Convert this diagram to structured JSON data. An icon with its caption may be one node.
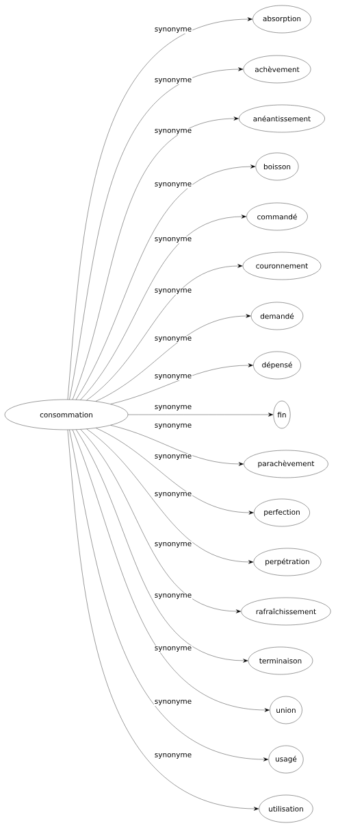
{
  "diagram": {
    "nodes": [
      {
        "text": [
          "consommation"
        ]
      },
      {
        "text": [
          "absorption"
        ]
      },
      {
        "text": [
          "achèvement"
        ]
      },
      {
        "text": [
          "anéantissement"
        ]
      },
      {
        "text": [
          "boisson"
        ]
      },
      {
        "text": [
          "commandé"
        ]
      },
      {
        "text": [
          "couronnement"
        ]
      },
      {
        "text": [
          "demandé"
        ]
      },
      {
        "text": [
          "dépensé"
        ]
      },
      {
        "text": [
          "fin"
        ]
      },
      {
        "text": [
          "parachèvement"
        ]
      },
      {
        "text": [
          "perfection"
        ]
      },
      {
        "text": [
          "perpétration"
        ]
      },
      {
        "text": [
          "rafraîchissement"
        ]
      },
      {
        "text": [
          "terminaison"
        ]
      },
      {
        "text": [
          "union"
        ]
      },
      {
        "text": [
          "usagé"
        ]
      },
      {
        "text": [
          "utilisation"
        ]
      }
    ],
    "edges": [
      {
        "from": 0,
        "to": 1,
        "arrow": "to",
        "label": "synonyme"
      },
      {
        "from": 0,
        "to": 2,
        "arrow": "to",
        "label": "synonyme"
      },
      {
        "from": 0,
        "to": 3,
        "arrow": "to",
        "label": "synonyme"
      },
      {
        "from": 0,
        "to": 4,
        "arrow": "to",
        "label": "synonyme"
      },
      {
        "from": 0,
        "to": 5,
        "arrow": "to",
        "label": "synonyme"
      },
      {
        "from": 0,
        "to": 6,
        "arrow": "to",
        "label": "synonyme"
      },
      {
        "from": 0,
        "to": 7,
        "arrow": "to",
        "label": "synonyme"
      },
      {
        "from": 0,
        "to": 8,
        "arrow": "to",
        "label": "synonyme"
      },
      {
        "from": 0,
        "to": 9,
        "arrow": "to",
        "label": "synonyme"
      },
      {
        "from": 0,
        "to": 10,
        "arrow": "to",
        "label": "synonyme"
      },
      {
        "from": 0,
        "to": 11,
        "arrow": "to",
        "label": "synonyme"
      },
      {
        "from": 0,
        "to": 12,
        "arrow": "to",
        "label": "synonyme"
      },
      {
        "from": 0,
        "to": 13,
        "arrow": "to",
        "label": "synonyme"
      },
      {
        "from": 0,
        "to": 14,
        "arrow": "to",
        "label": "synonyme"
      },
      {
        "from": 0,
        "to": 15,
        "arrow": "to",
        "label": "synonyme"
      },
      {
        "from": 0,
        "to": 16,
        "arrow": "to",
        "label": "synonyme"
      },
      {
        "from": 0,
        "to": 17,
        "arrow": "to",
        "label": "synonyme"
      }
    ]
  }
}
